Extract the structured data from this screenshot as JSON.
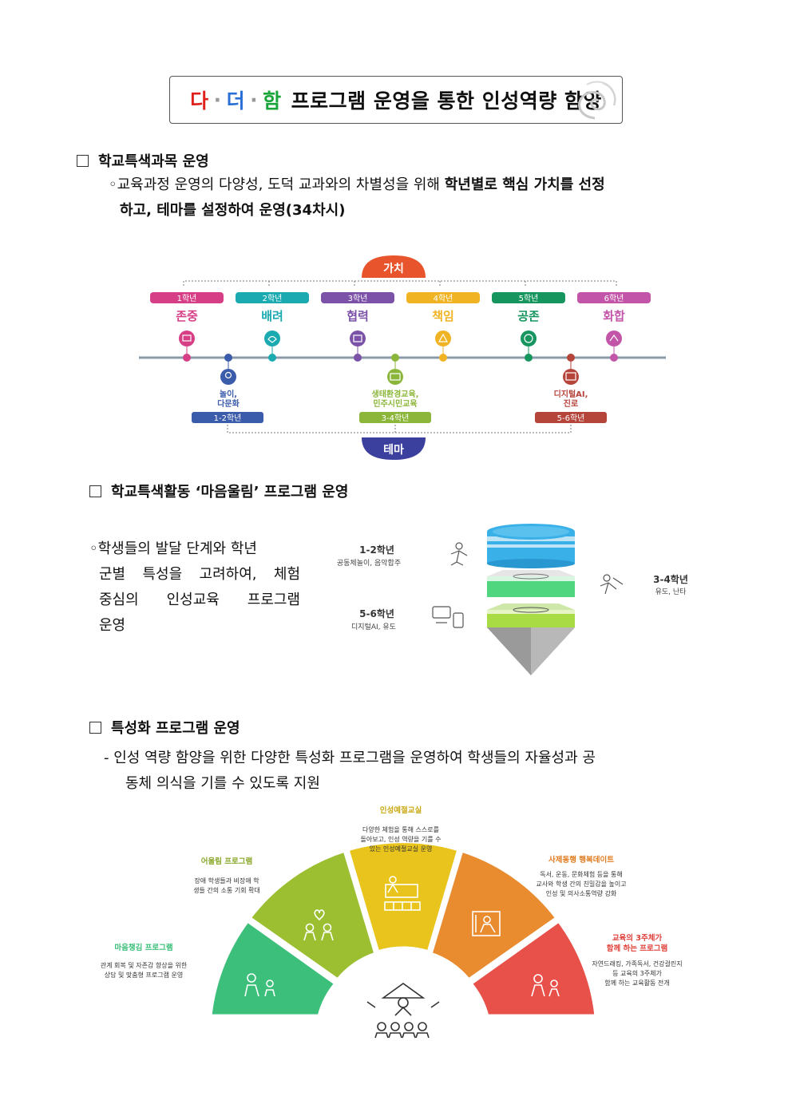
{
  "title": {
    "da": "다",
    "dot1": "·",
    "deo": "더",
    "dot2": "·",
    "ham": "함",
    "rest": "프로그램 운영을 통한 인성역량 함양"
  },
  "section1": {
    "heading": "학교특색과목 운영",
    "line1_normal": "◦교육과정 운영의 다양성, 도덕 교과와의 차별성을 위해 ",
    "line1_bold": "학년별로 핵심 가치를 선정",
    "line2_bold": "하고, 테마를 설정하여 운영(34차시)",
    "diagram": {
      "value_header": "가치",
      "theme_header": "테마",
      "grades": [
        {
          "grade": "1학년",
          "value": "존중",
          "color": "#d63f86"
        },
        {
          "grade": "2학년",
          "value": "배려",
          "color": "#1aaab0"
        },
        {
          "grade": "3학년",
          "value": "협력",
          "color": "#7b52a8"
        },
        {
          "grade": "4학년",
          "value": "책임",
          "color": "#f0b323"
        },
        {
          "grade": "5학년",
          "value": "공존",
          "color": "#16955f"
        },
        {
          "grade": "6학년",
          "value": "화합",
          "color": "#c355a8"
        }
      ],
      "themes": [
        {
          "line1": "놀이,",
          "line2": "다문화",
          "band": "1-2학년",
          "color": "#3b5bab"
        },
        {
          "line1": "생태환경교육,",
          "line2": "민주시민교육",
          "band": "3-4학년",
          "color": "#8bb63a"
        },
        {
          "line1": "디지털AI,",
          "line2": "진로",
          "band": "5-6학년",
          "color": "#b5443a"
        }
      ]
    }
  },
  "section2": {
    "heading": "학교특색활동 ‘마음울림’ 프로그램 운영",
    "para_lines": [
      "◦학생들의 발달 단계와 학년",
      "군별 특성을 고려하여, 체험",
      "중심의 인성교육 프로그램",
      "운영"
    ],
    "diagram": {
      "left_top_title": "1-2학년",
      "left_top_sub": "공동체놀이, 음악합주",
      "left_bottom_title": "5-6학년",
      "left_bottom_sub": "디지털AI, 유도",
      "right_title": "3-4학년",
      "right_sub": "유도, 난타"
    }
  },
  "section3": {
    "heading": "특성화 프로그램 운영",
    "line1": "- 인성 역량 함양을 위한 다양한 특성화 프로그램을 운영하여 학생들의 자율성과 공",
    "line2": "동체 의식을 기를 수 있도록 지원",
    "programs": [
      {
        "title": "마음챙김 프로그램",
        "lines": [
          "관계 회복 및 자존감 향상을 위한",
          "상담 및 맞춤형 프로그램 운영"
        ],
        "color": "#3bbf7a",
        "title_color": "#3bbf7a"
      },
      {
        "title": "어울림 프로그램",
        "lines": [
          "장애 학생들과 비장애 학",
          "생들 간의 소통 기회 확대"
        ],
        "color": "#9cbf32",
        "title_color": "#8aa82a"
      },
      {
        "title": "인성예절교실",
        "lines": [
          "다양한 체험을 통해 스스로를",
          "돌아보고, 인성 역량을 기를 수",
          "있는 인성예절교실 운영"
        ],
        "color": "#e8c41d",
        "title_color": "#c9a812"
      },
      {
        "title": "사제동행 행복데이트",
        "lines": [
          "독서, 운동, 문화체험 등을 통해",
          "교사와 학생 간의 친밀감을 높이고",
          "인성 및 의사소통역량 강화"
        ],
        "color": "#e98b2f",
        "title_color": "#e07b1f"
      },
      {
        "title": "교육의 3주체가",
        "title2": "함께 하는 프로그램",
        "lines": [
          "자연드래킹, 가족독서, 건강걸린지",
          "등 교육의 3주체가",
          "함께 하는 교육활동 전개"
        ],
        "color": "#e8504a",
        "title_color": "#e0403a"
      }
    ]
  }
}
